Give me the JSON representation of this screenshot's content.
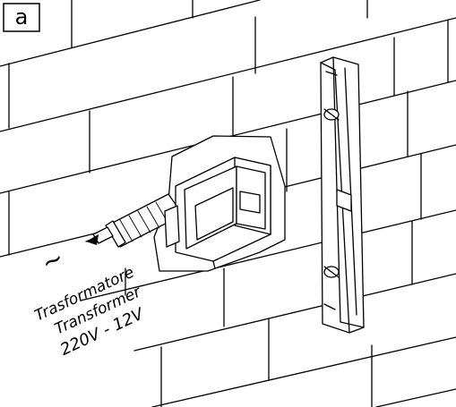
{
  "panel": {
    "letter": "a"
  },
  "labels": {
    "symbol": "~",
    "line1": "Trasformatore",
    "line2": "Transformer",
    "line3": "220V - 12V"
  }
}
